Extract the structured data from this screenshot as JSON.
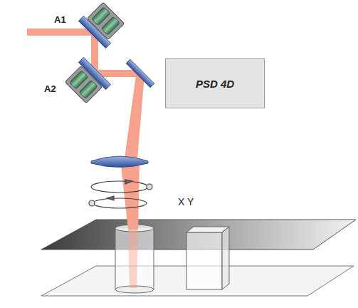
{
  "diagram": {
    "nodes": [
      {
        "text": [
          "PSD 4D"
        ]
      }
    ],
    "labels": [
      "A1",
      "A2",
      "X Y"
    ]
  }
}
